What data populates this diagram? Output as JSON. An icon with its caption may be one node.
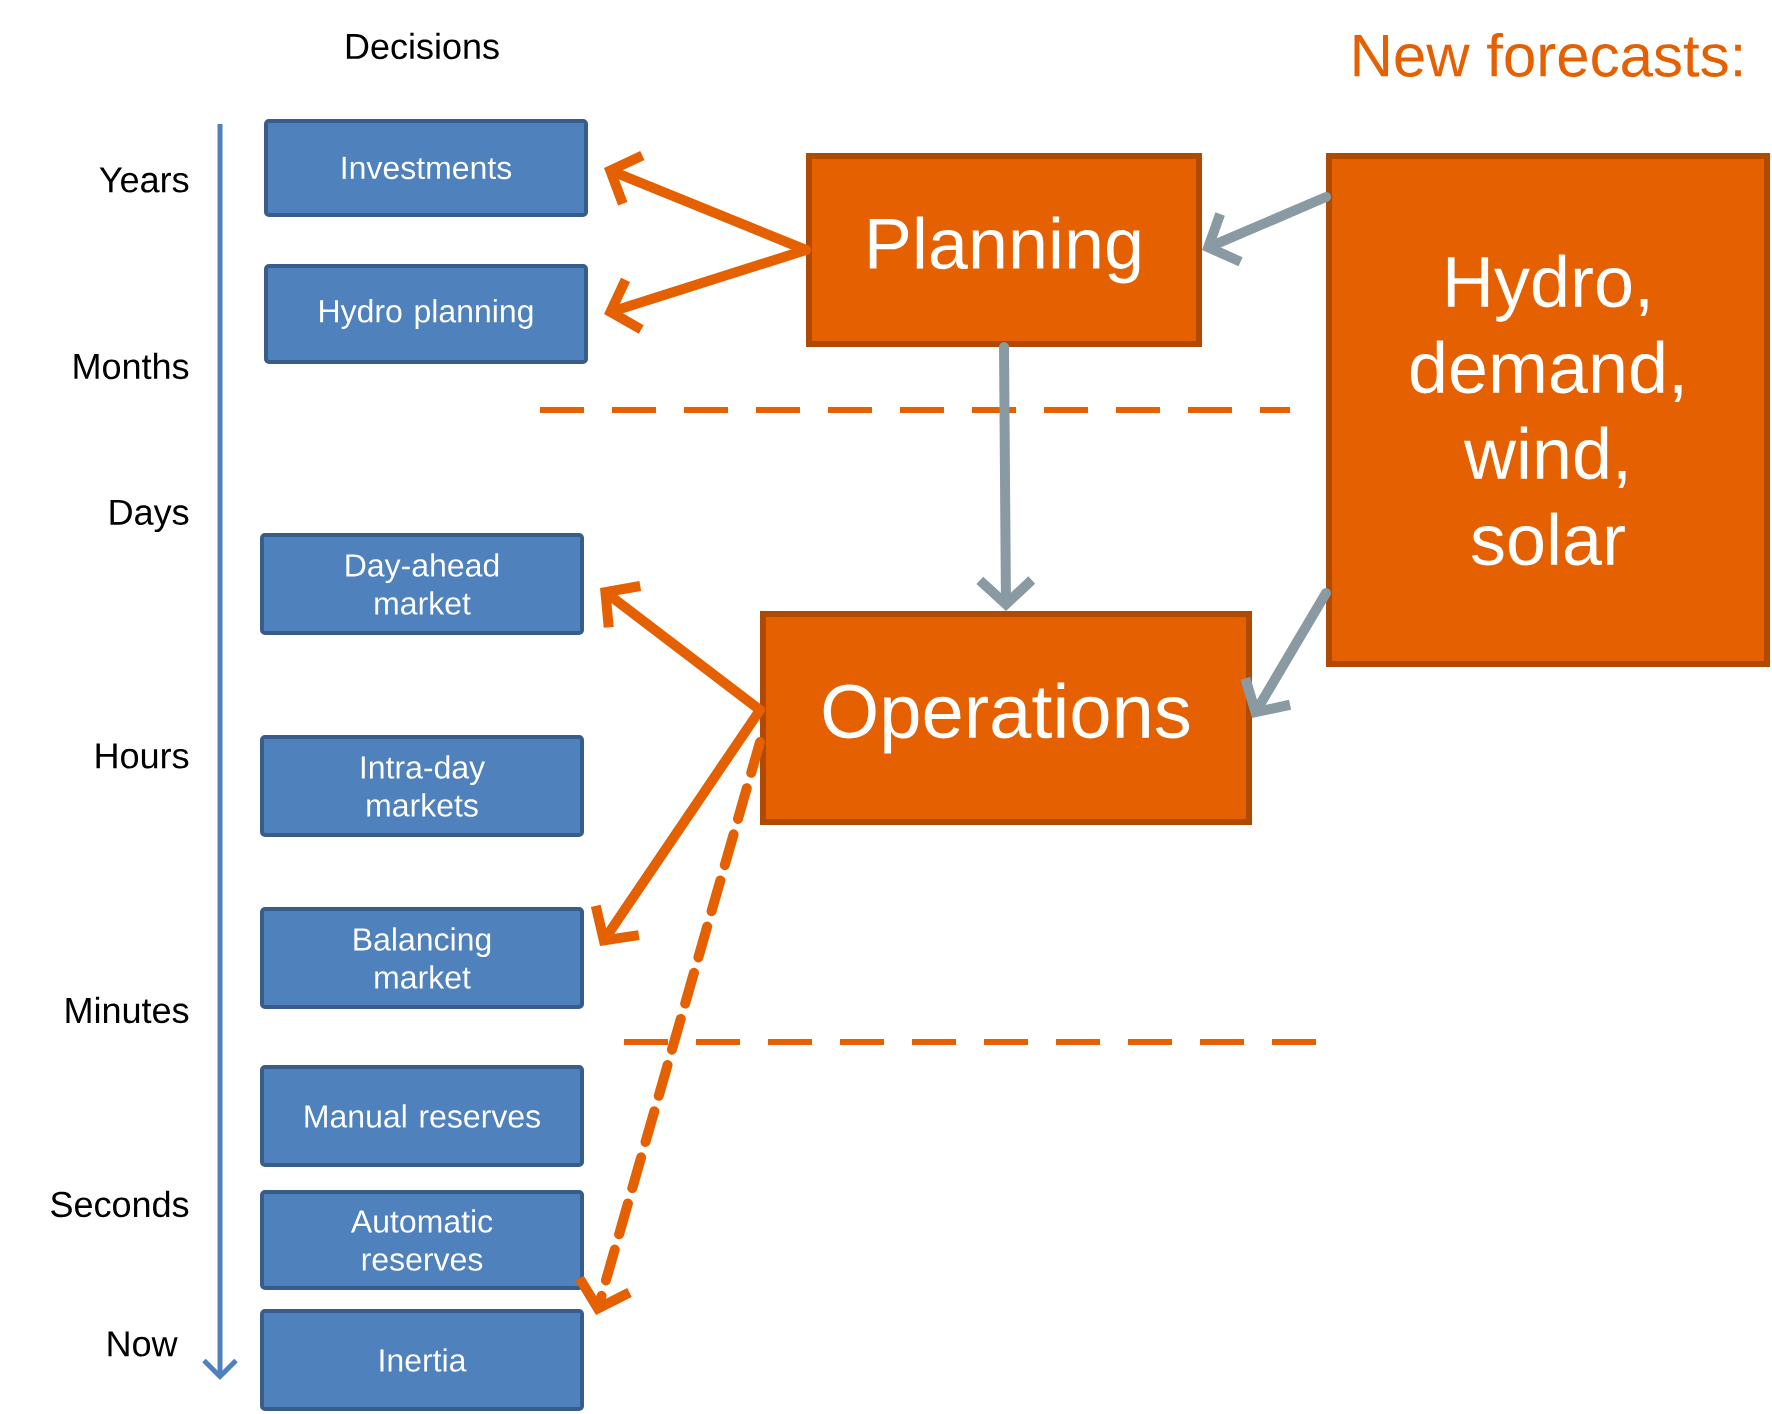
{
  "diagram": {
    "nodes": [
      {
        "text": [
          "Investments"
        ]
      },
      {
        "text": [
          "Hydro planning"
        ]
      },
      {
        "text": [
          "Day-ahead market"
        ]
      },
      {
        "text": [
          "Intra-day markets"
        ]
      },
      {
        "text": [
          "Balancing market"
        ]
      },
      {
        "text": [
          "Manual reserves"
        ]
      },
      {
        "text": [
          "Automatic reserves"
        ]
      },
      {
        "text": [
          "Inertia"
        ]
      },
      {
        "text": [
          "Planning"
        ]
      },
      {
        "text": [
          "Operations"
        ]
      },
      {
        "text": [
          "Hydro, demand, wind, solar"
        ],
        "beside": [
          "New forecasts:"
        ]
      }
    ],
    "edges": [
      {
        "from": 8,
        "to": 0,
        "arrow": "to"
      },
      {
        "from": 8,
        "to": 1,
        "arrow": "to"
      },
      {
        "from": 10,
        "to": 8,
        "arrow": "to",
        "color": "#8a9aa3"
      },
      {
        "from": 8,
        "to": 9,
        "arrow": "to",
        "color": "#8a9aa3"
      },
      {
        "from": 10,
        "to": 9,
        "arrow": "to",
        "color": "#8a9aa3"
      },
      {
        "from": 9,
        "to": 2,
        "arrow": "to"
      },
      {
        "from": 9,
        "to": 4,
        "arrow": "to"
      },
      {
        "from": 9,
        "to": 7,
        "arrow": "to",
        "style": "dashed"
      }
    ],
    "labels": [
      "Decisions",
      "Years",
      "Months",
      "Days",
      "Hours",
      "Minutes",
      "Seconds",
      "Now"
    ]
  }
}
